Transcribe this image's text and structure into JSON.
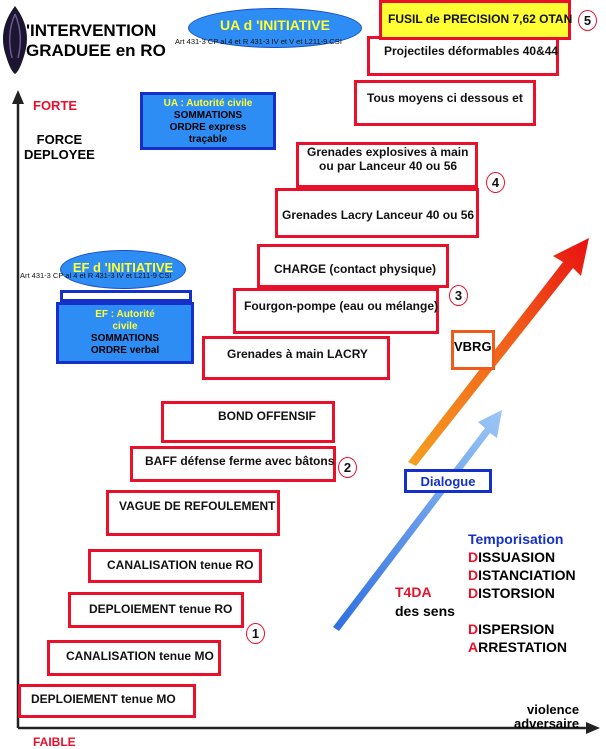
{
  "title": {
    "line1": "'INTERVENTION",
    "line2": "GRADUEE en RO"
  },
  "axis": {
    "top_label": "FORTE",
    "bottom_label": "FAIBLE",
    "force_label": "FORCE\nDEPLOYEE",
    "violence_label": "violence\nadversaire"
  },
  "ua_initiative": {
    "title": "UA  d 'INITIATIVE",
    "ref": "Art 431-3 CP al 4 et R 431-3 IV et V et L211-9 CSI"
  },
  "ua_box": {
    "line1": "UA :  Autorité civile",
    "line2": "SOMMATIONS",
    "line3": "ORDRE express",
    "line4": "traçable"
  },
  "ef_initiative": {
    "title": "EF d 'INITIATIVE",
    "ref": "Art 431-3 CP al 4 et R 431-3 IV et L211-9 CSI"
  },
  "ef_box": {
    "line1": "EF :  Autorité",
    "line2": "civile",
    "line3": "SOMMATIONS",
    "line4": "ORDRE verbal"
  },
  "steps": [
    "DEPLOIEMENT tenue MO",
    "CANALISATION  tenue MO",
    "DEPLOIEMENT tenue RO",
    "CANALISATION  tenue RO",
    "VAGUE DE REFOULEMENT",
    "BAFF défense ferme avec bâtons",
    "BOND OFFENSIF",
    "Grenades à main LACRY",
    "Fourgon-pompe (eau ou mélange)",
    "CHARGE (contact physique)",
    "Grenades Lacry Lanceur 40 ou 56",
    "Grenades explosives à main",
    "ou par Lanceur 40 ou 56",
    "Tous moyens ci dessous et",
    "Projectiles déformables 40&44",
    "FUSIL de PRECISION 7,62 OTAN"
  ],
  "levels": [
    "1",
    "2",
    "3",
    "4",
    "5"
  ],
  "vbrg": "VBRG",
  "dialogue": "Dialogue",
  "t4da": {
    "line1": "T4DA",
    "line2": "des sens"
  },
  "principles": {
    "p1": {
      "first": "T",
      "rest": "emporisation"
    },
    "p2": {
      "first": "D",
      "rest": "ISSUASION"
    },
    "p3": {
      "first": "D",
      "rest": "ISTANCIATION"
    },
    "p4": {
      "first": "D",
      "rest": "ISTORSION"
    },
    "p5": {
      "first": "D",
      "rest": "ISPERSION"
    },
    "p6": {
      "first": "A",
      "rest": "RRESTATION"
    }
  },
  "colors": {
    "red": "#e8102a",
    "blue": "#2e8df5",
    "dark_blue": "#1530c8",
    "yellow": "#ffff33",
    "orange": "#f05a1a"
  }
}
